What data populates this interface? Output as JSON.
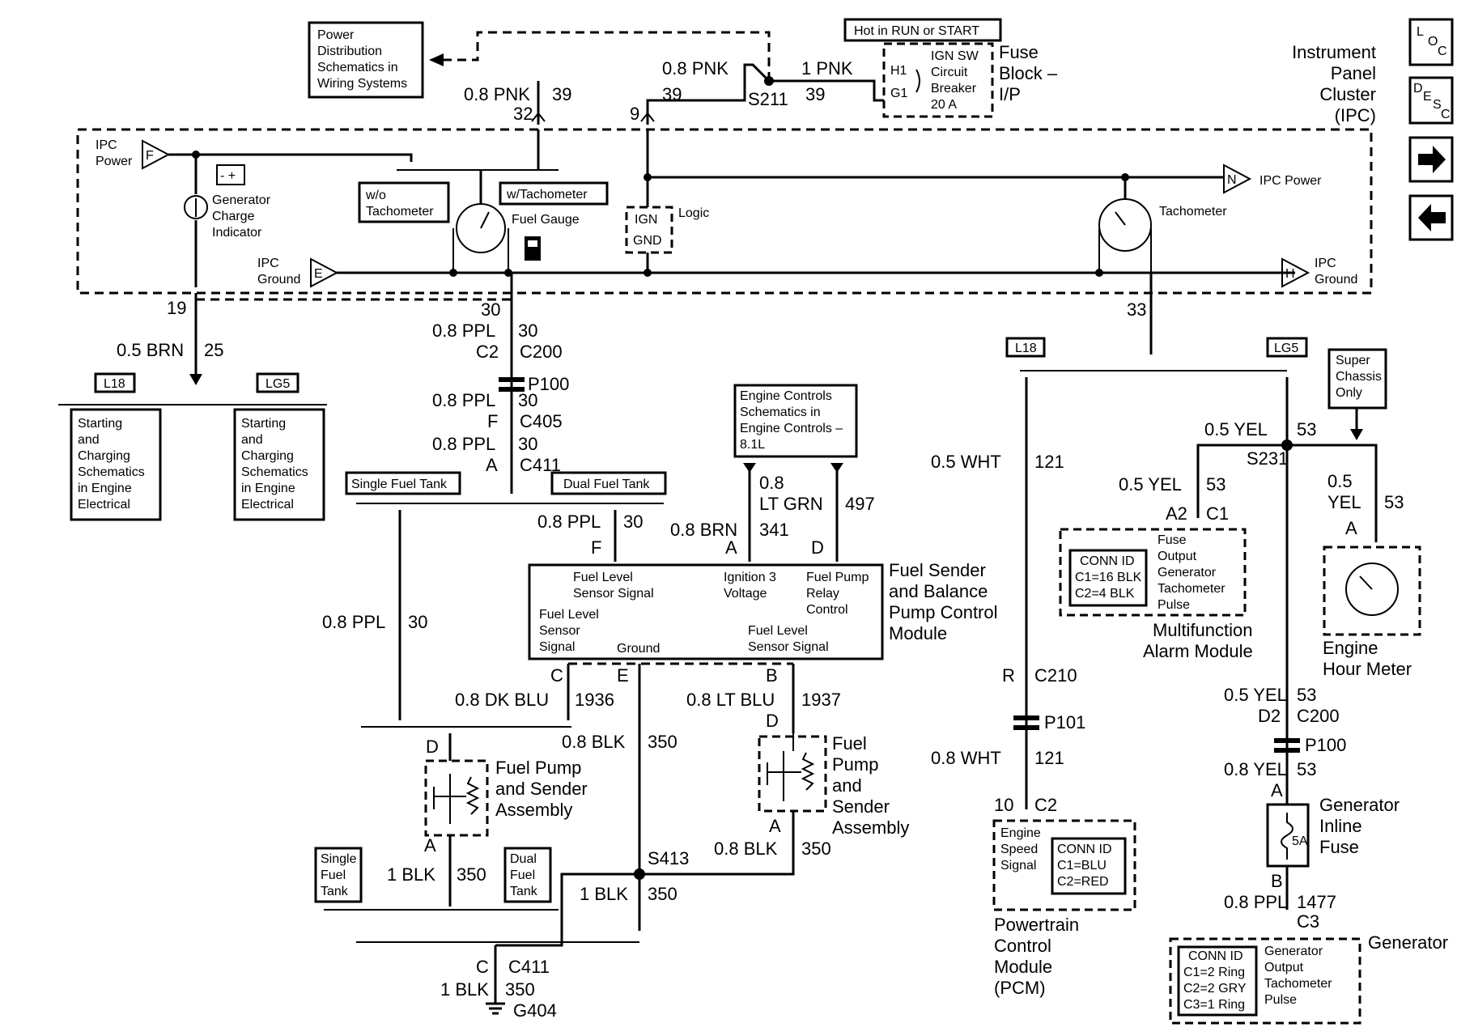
{
  "header": {
    "hot_label": "Hot in RUN or START",
    "fuse_block": [
      "Fuse",
      "Block –",
      "I/P"
    ],
    "ign_sw": [
      "IGN SW",
      "Circuit",
      "Breaker",
      "20 A"
    ],
    "h1": "H1",
    "g1": "G1",
    "ipc_title": [
      "Instrument",
      "Panel",
      "Cluster",
      "(IPC)"
    ],
    "pds_ref": [
      "Power",
      "Distribution",
      "Schematics in",
      "Wiring Systems"
    ]
  },
  "nav_buttons": {
    "loc": [
      "L",
      "O",
      "C"
    ],
    "desc": [
      "D",
      "E",
      "S",
      "C"
    ],
    "next_glyph": "➡",
    "prev_glyph": "⬅"
  },
  "top_wires": {
    "w1_color": "0.8 PNK",
    "w1_circuit": "39",
    "w1_pin": "32",
    "w2_color": "0.8 PNK",
    "w2_circuit": "39",
    "w2_pin": "9",
    "w3_color": "1 PNK",
    "w3_circuit": "39",
    "splice": "S211"
  },
  "ipc": {
    "power_f_label": [
      "IPC",
      "Power"
    ],
    "pin_f": "F",
    "ground_e_label": [
      "IPC",
      "Ground"
    ],
    "pin_e": "E",
    "gen_indicator": [
      "Generator",
      "Charge",
      "Indicator"
    ],
    "wo_tach": [
      "w/o",
      "Tachometer"
    ],
    "w_tach": "w/Tachometer",
    "fuel_gauge": "Fuel Gauge",
    "ign": "IGN",
    "gnd": "GND",
    "logic": "Logic",
    "tachometer": "Tachometer",
    "power_n_label": "IPC Power",
    "pin_n": "N",
    "ground_h_label": [
      "IPC",
      "Ground"
    ],
    "pin_h": "H"
  },
  "left_branch": {
    "pin": "19",
    "color": "0.5 BRN",
    "circuit": "25",
    "opt_l18": "L18",
    "opt_lg5": "LG5",
    "ref1": [
      "Starting",
      "and",
      "Charging",
      "Schematics",
      "in Engine",
      "Electrical"
    ],
    "ref2": [
      "Starting",
      "and",
      "Charging",
      "Schematics",
      "in Engine",
      "Electrical"
    ]
  },
  "fuel_wire": {
    "pin_ipc": "30",
    "c200_color": "0.8 PPL",
    "c200_circuit": "30",
    "c200_pin": "C2",
    "c200": "C200",
    "p100": "P100",
    "c405_color": "0.8 PPL",
    "c405_circuit": "30",
    "c405_pin": "F",
    "c405": "C405",
    "c411_color": "0.8 PPL",
    "c411_circuit": "30",
    "c411_pin": "A",
    "c411": "C411",
    "single_tank": "Single Fuel Tank",
    "dual_tank": "Dual Fuel Tank",
    "single_color": "0.8 PPL",
    "single_circuit": "30",
    "dual_color": "0.8 PPL",
    "dual_circuit": "30",
    "dual_pin": "F"
  },
  "module": {
    "ecs_ref": [
      "Engine Controls",
      "Schematics in",
      "Engine Controls –",
      "8.1L"
    ],
    "brn_color": "0.8 BRN",
    "brn_circuit": "341",
    "brn_pin": "A",
    "ltgrn_color": [
      "0.8",
      "LT GRN"
    ],
    "ltgrn_circuit": "497",
    "ltgrn_pin": "D",
    "title": [
      "Fuel Sender",
      "and Balance",
      "Pump Control",
      "Module"
    ],
    "f_signal": [
      "Fuel Level",
      "Sensor Signal"
    ],
    "ign3": [
      "Ignition 3",
      "Voltage"
    ],
    "relay": [
      "Fuel Pump",
      "Relay",
      "Control"
    ],
    "c_signal": [
      "Fuel Level",
      "Sensor",
      "Signal"
    ],
    "ground": "Ground",
    "b_signal": [
      "Fuel Level",
      "Sensor Signal"
    ],
    "pin_c": "C",
    "pin_e": "E",
    "pin_b": "B"
  },
  "lower_left": {
    "dkblu_color": "0.8 DK BLU",
    "dkblu_circuit": "1936",
    "blk_color": "0.8 BLK",
    "blk_circuit": "350",
    "ltblu_color": "0.8 LT BLU",
    "ltblu_circuit": "1937",
    "pump1_pin_top": "D",
    "pump1_pin_bot": "A",
    "pump1_label": [
      "Fuel Pump",
      "and Sender",
      "Assembly"
    ],
    "pump2_pin_top": "D",
    "pump2_pin_bot": "A",
    "pump2_label": [
      "Fuel",
      "Pump",
      "and",
      "Sender",
      "Assembly"
    ],
    "pump2_color": "0.8 BLK",
    "pump2_circuit": "350",
    "splice": "S413",
    "p1_color": "1 BLK",
    "p1_circuit": "350",
    "s413_color": "1 BLK",
    "s413_circuit": "350",
    "single_tank": [
      "Single",
      "Fuel",
      "Tank"
    ],
    "dual_tank": [
      "Dual",
      "Fuel",
      "Tank"
    ],
    "c411_pin": "C",
    "c411": "C411",
    "g_color": "1 BLK",
    "g_circuit": "350",
    "ground": "G404"
  },
  "right_side": {
    "pin": "33",
    "opt_l18": "L18",
    "opt_lg5": "LG5",
    "wht_color": "0.5 WHT",
    "wht_circuit": "121",
    "c210_pin": "R",
    "c210": "C210",
    "p101": "P101",
    "wht2_color": "0.8 WHT",
    "wht2_circuit": "121",
    "pcm_pin": "10",
    "pcm_c": "C2",
    "ess": [
      "Engine",
      "Speed",
      "Signal"
    ],
    "pcm_conn": [
      "CONN ID",
      "C1=BLU",
      "C2=RED"
    ],
    "pcm_title": [
      "Powertrain",
      "Control",
      "Module",
      "(PCM)"
    ],
    "yel_color": "0.5 YEL",
    "yel_circuit": "53",
    "splice": "S231",
    "super_chassis": [
      "Super",
      "Chassis",
      "Only"
    ],
    "mam_color": "0.5 YEL",
    "mam_circuit": "53",
    "mam_pin": "A2",
    "mam_c": "C1",
    "mam_conn": [
      "CONN ID",
      "C1=16 BLK",
      "C2=4 BLK"
    ],
    "mam_fuse": [
      "Fuse",
      "Output",
      "Generator",
      "Tachometer",
      "Pulse"
    ],
    "mam_title": [
      "Multifunction",
      "Alarm Module"
    ],
    "ehm_color": [
      "0.5",
      "YEL"
    ],
    "ehm_circuit": "53",
    "ehm_pin": "A",
    "ehm_title": [
      "Engine",
      "Hour Meter"
    ],
    "c200_color": "0.5 YEL",
    "c200_circuit": "53",
    "c200_pin": "D2",
    "c200": "C200",
    "p100": "P100",
    "fuse_color": "0.8 YEL",
    "fuse_circuit": "53",
    "fuse_pin": "A",
    "fuse_rating": "5A",
    "fuse_title": [
      "Generator",
      "Inline",
      "Fuse"
    ],
    "fuse_pin_b": "B",
    "gen_color": "0.8 PPL",
    "gen_circuit": "1477",
    "gen_c": "C3",
    "gen_conn": [
      "CONN ID",
      "C1=2 Ring",
      "C2=2 GRY",
      "C3=1 Ring"
    ],
    "gen_out": [
      "Generator",
      "Output",
      "Tachometer",
      "Pulse"
    ],
    "gen_title": "Generator"
  }
}
